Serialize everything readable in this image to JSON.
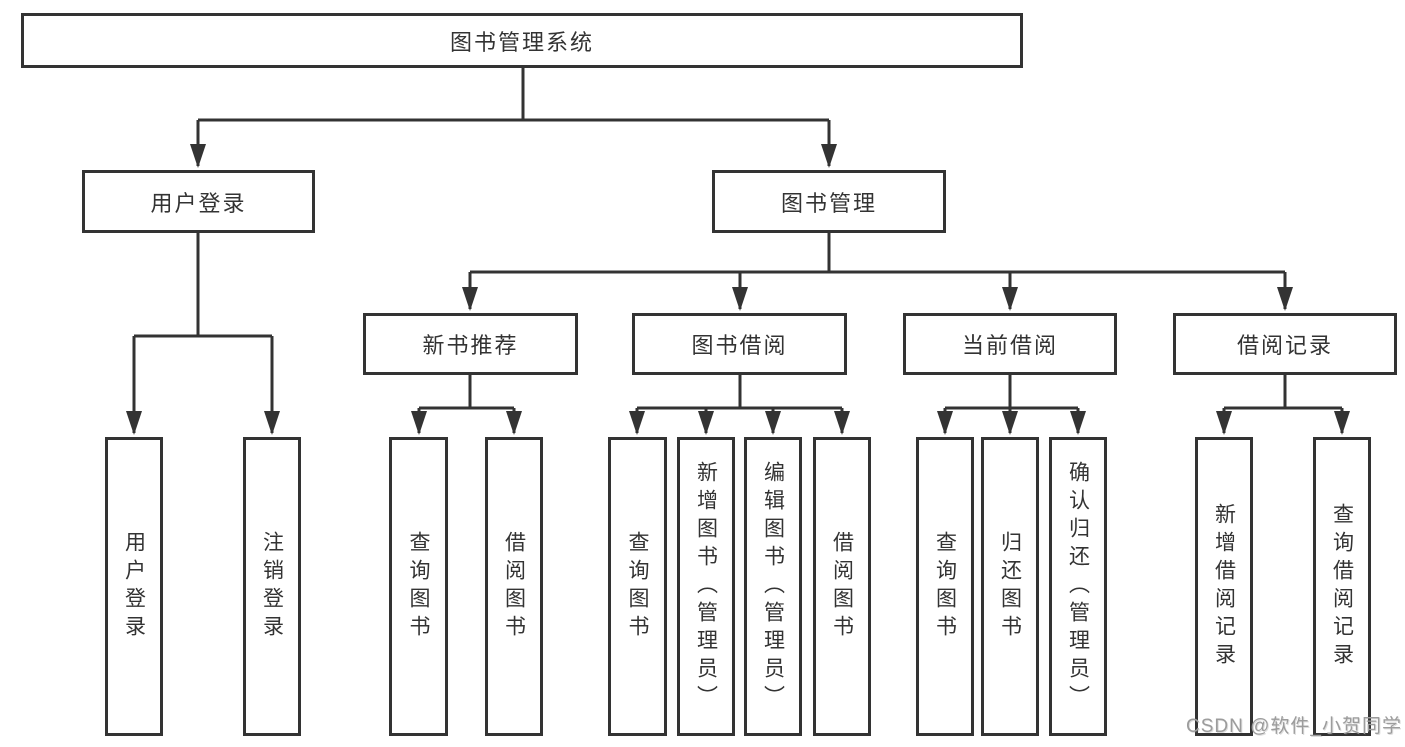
{
  "diagram": {
    "type": "tree",
    "root": {
      "label": "图书管理系统",
      "children": [
        {
          "label": "用户登录",
          "children": [
            {
              "label": "用户登录"
            },
            {
              "label": "注销登录"
            }
          ]
        },
        {
          "label": "图书管理",
          "children": [
            {
              "label": "新书推荐",
              "children": [
                {
                  "label": "查询图书"
                },
                {
                  "label": "借阅图书"
                }
              ]
            },
            {
              "label": "图书借阅",
              "children": [
                {
                  "label": "查询图书"
                },
                {
                  "label": "新增图书（管理员）"
                },
                {
                  "label": "编辑图书（管理员）"
                },
                {
                  "label": "借阅图书"
                }
              ]
            },
            {
              "label": "当前借阅",
              "children": [
                {
                  "label": "查询图书"
                },
                {
                  "label": "归还图书"
                },
                {
                  "label": "确认归还（管理员）"
                }
              ]
            },
            {
              "label": "借阅记录",
              "children": [
                {
                  "label": "新增借阅记录"
                },
                {
                  "label": "查询借阅记录"
                }
              ]
            }
          ]
        }
      ]
    },
    "colors": {
      "line": "#333333",
      "text": "#333333",
      "box_background": "#ffffff",
      "watermark": "#9c9c9c",
      "background": "#ffffff"
    },
    "watermark": "CSDN @软件_小贺同学"
  }
}
